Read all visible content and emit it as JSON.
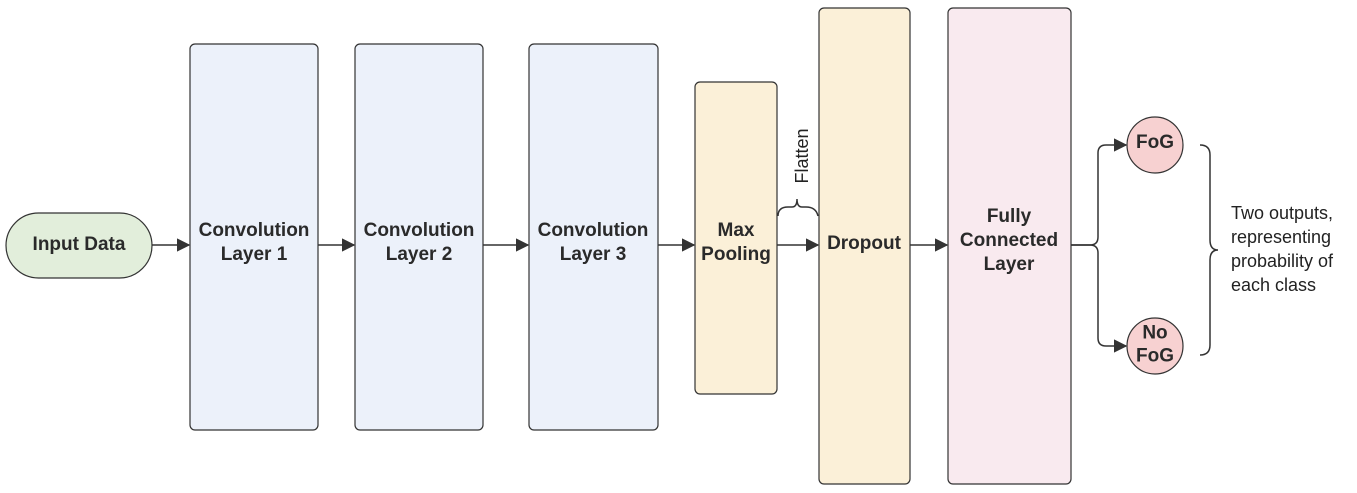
{
  "diagram": {
    "nodes": [
      {
        "id": "input",
        "lines": [
          "Input Data"
        ],
        "color": "#e2eedb"
      },
      {
        "id": "conv1",
        "lines": [
          "Convolution",
          "Layer 1"
        ],
        "color": "#ecf1fa"
      },
      {
        "id": "conv2",
        "lines": [
          "Convolution",
          "Layer 2"
        ],
        "color": "#ecf1fa"
      },
      {
        "id": "conv3",
        "lines": [
          "Convolution",
          "Layer 3"
        ],
        "color": "#ecf1fa"
      },
      {
        "id": "maxpool",
        "lines": [
          "Max",
          "Pooling"
        ],
        "color": "#fbf0d8"
      },
      {
        "id": "dropout",
        "lines": [
          "Dropout"
        ],
        "color": "#fbf0d8"
      },
      {
        "id": "fc",
        "lines": [
          "Fully",
          "Connected",
          "Layer"
        ],
        "color": "#f9eaef"
      },
      {
        "id": "fog",
        "lines": [
          "FoG"
        ],
        "color": "#f7d1d1"
      },
      {
        "id": "nofog",
        "lines": [
          "No",
          "FoG"
        ],
        "color": "#f7d1d1"
      }
    ],
    "edges": [
      {
        "from": "input",
        "to": "conv1"
      },
      {
        "from": "conv1",
        "to": "conv2"
      },
      {
        "from": "conv2",
        "to": "conv3"
      },
      {
        "from": "conv3",
        "to": "maxpool"
      },
      {
        "from": "maxpool",
        "to": "dropout"
      },
      {
        "from": "dropout",
        "to": "fc"
      },
      {
        "from": "fc",
        "to": "fog"
      },
      {
        "from": "fc",
        "to": "nofog"
      }
    ],
    "flatten_label": "Flatten",
    "outputs_note": [
      "Two outputs,",
      "representing",
      "probability of",
      "each class"
    ]
  }
}
